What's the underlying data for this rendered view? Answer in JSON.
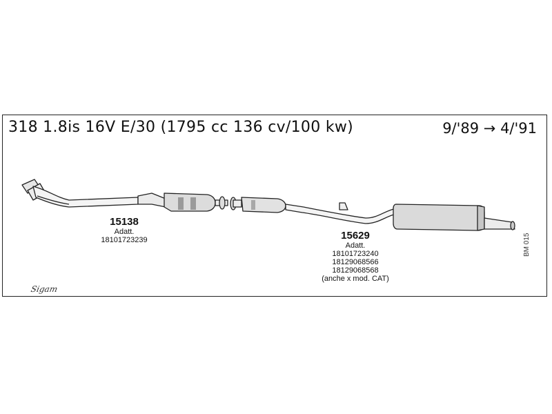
{
  "title": "318 1.8is 16V E/30 (1795 cc 136 cv/100 kw)",
  "date_range": "9/'89 → 4/'91",
  "parts": [
    {
      "number": "15138",
      "lines": [
        "Adatt.",
        "18101723239"
      ]
    },
    {
      "number": "15629",
      "lines": [
        "Adatt.",
        "18101723240",
        "18129068566",
        "18129068568",
        "(anche x mod. CAT)"
      ]
    }
  ],
  "brand_logo": "Sigam",
  "diagram_code": "BM 015"
}
